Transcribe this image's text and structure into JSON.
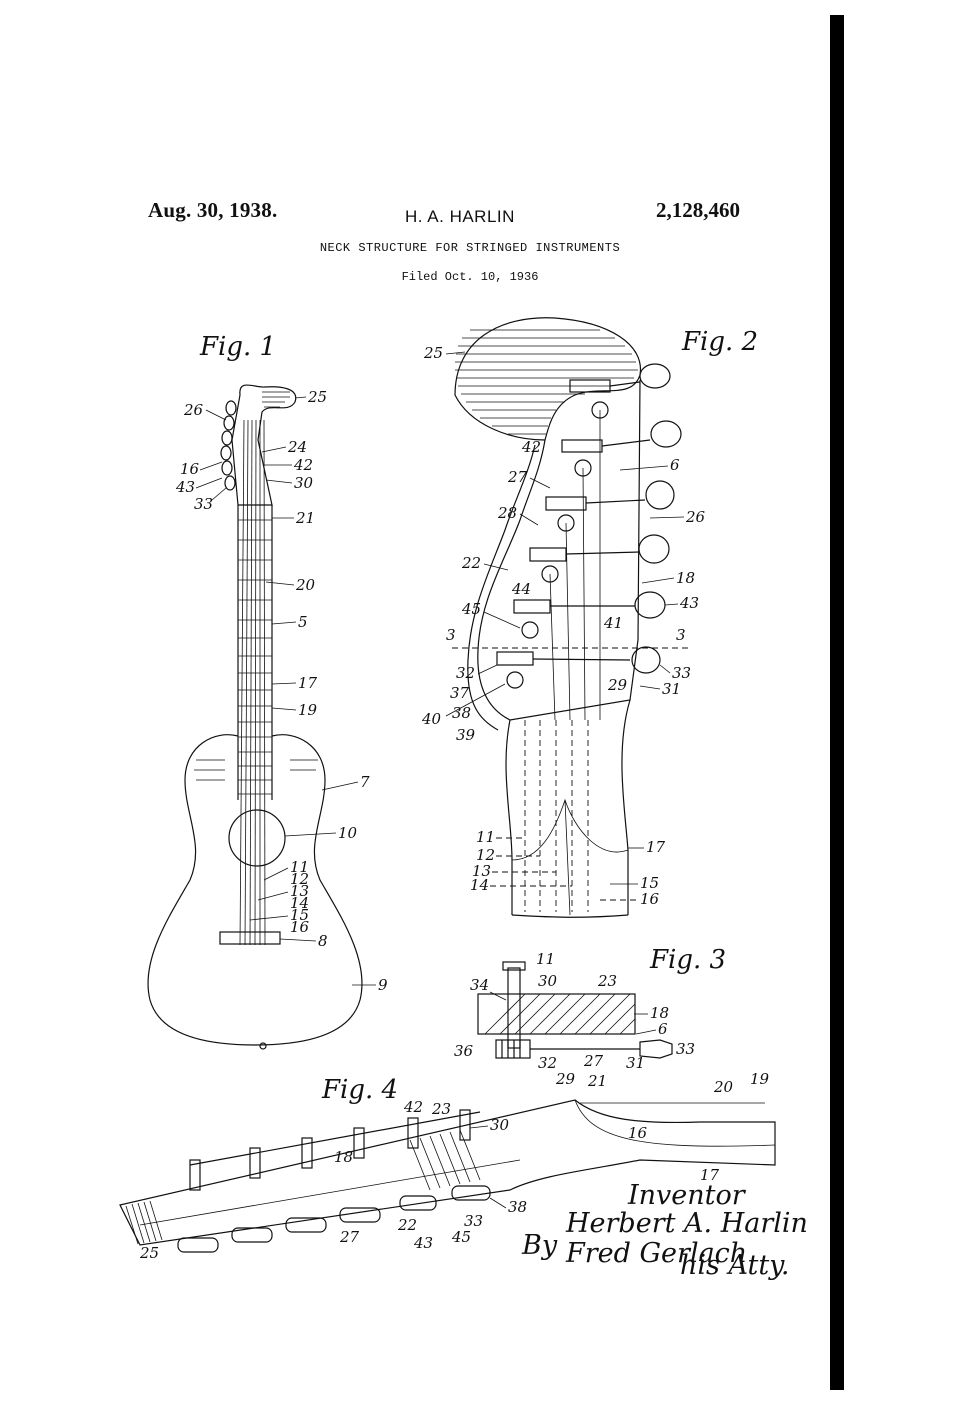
{
  "header": {
    "date": "Aug. 30, 1938.",
    "inventor": "H. A. HARLIN",
    "patent_number": "2,128,460",
    "title": "NECK STRUCTURE FOR STRINGED INSTRUMENTS",
    "filed": "Filed Oct. 10, 1936"
  },
  "figures": {
    "fig1": {
      "label": "Fig. 1",
      "refs": [
        "26",
        "25",
        "24",
        "42",
        "16",
        "43",
        "30",
        "33",
        "21",
        "20",
        "5",
        "17",
        "19",
        "7",
        "10",
        "11",
        "12",
        "13",
        "14",
        "15",
        "16",
        "8",
        "9"
      ]
    },
    "fig2": {
      "label": "Fig. 2",
      "refs": [
        "25",
        "42",
        "6",
        "27",
        "28",
        "26",
        "22",
        "18",
        "44",
        "45",
        "43",
        "41",
        "3",
        "3",
        "32",
        "33",
        "37",
        "29",
        "31",
        "40",
        "38",
        "39",
        "11",
        "17",
        "12",
        "13",
        "15",
        "14",
        "16"
      ]
    },
    "fig3": {
      "label": "Fig. 3",
      "refs": [
        "11",
        "34",
        "30",
        "23",
        "18",
        "6",
        "36",
        "32",
        "27",
        "31",
        "33",
        "29",
        "21"
      ]
    },
    "fig4": {
      "label": "Fig. 4",
      "refs": [
        "42",
        "23",
        "30",
        "18",
        "20",
        "19",
        "16",
        "17",
        "25",
        "27",
        "22",
        "43",
        "45",
        "33",
        "38"
      ]
    }
  },
  "signature": {
    "inventor_heading": "Inventor",
    "inventor_signature": "Herbert A. Harlin",
    "by_label": "By",
    "attorney_signature": "Fred Gerlach",
    "attorney_suffix": "his Atty."
  },
  "colors": {
    "ink": "#111111",
    "paper": "#ffffff",
    "edge_bar": "#000000"
  }
}
